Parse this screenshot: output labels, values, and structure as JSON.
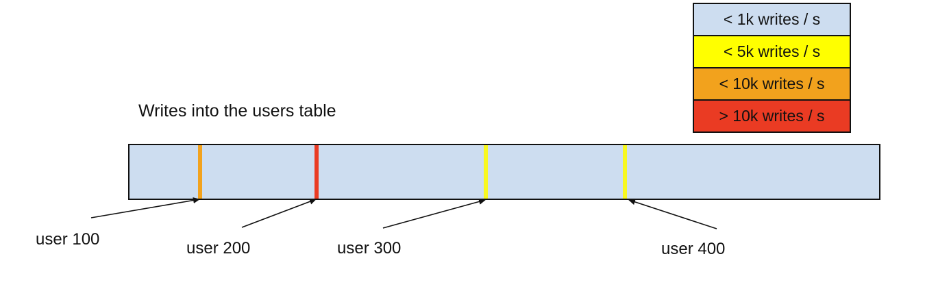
{
  "title": "Writes into the users table",
  "legend": {
    "items": [
      {
        "label": "< 1k writes / s",
        "color": "#cdddf0"
      },
      {
        "label": "< 5k writes / s",
        "color": "#ffff00"
      },
      {
        "label": "< 10k writes / s",
        "color": "#f2a21d"
      },
      {
        "label": "> 10k writes / s",
        "color": "#ea3b23"
      }
    ]
  },
  "bar": {
    "fill_color": "#cdddf0",
    "border_color": "#111111",
    "markers": [
      {
        "name": "user 100",
        "color": "#f2a21d",
        "legend_match": "< 10k writes / s"
      },
      {
        "name": "user 200",
        "color": "#ea3b23",
        "legend_match": "> 10k writes / s"
      },
      {
        "name": "user 300",
        "color": "#f8f820",
        "legend_match": "< 5k writes / s"
      },
      {
        "name": "user 400",
        "color": "#f8f820",
        "legend_match": "< 5k writes / s"
      }
    ]
  }
}
